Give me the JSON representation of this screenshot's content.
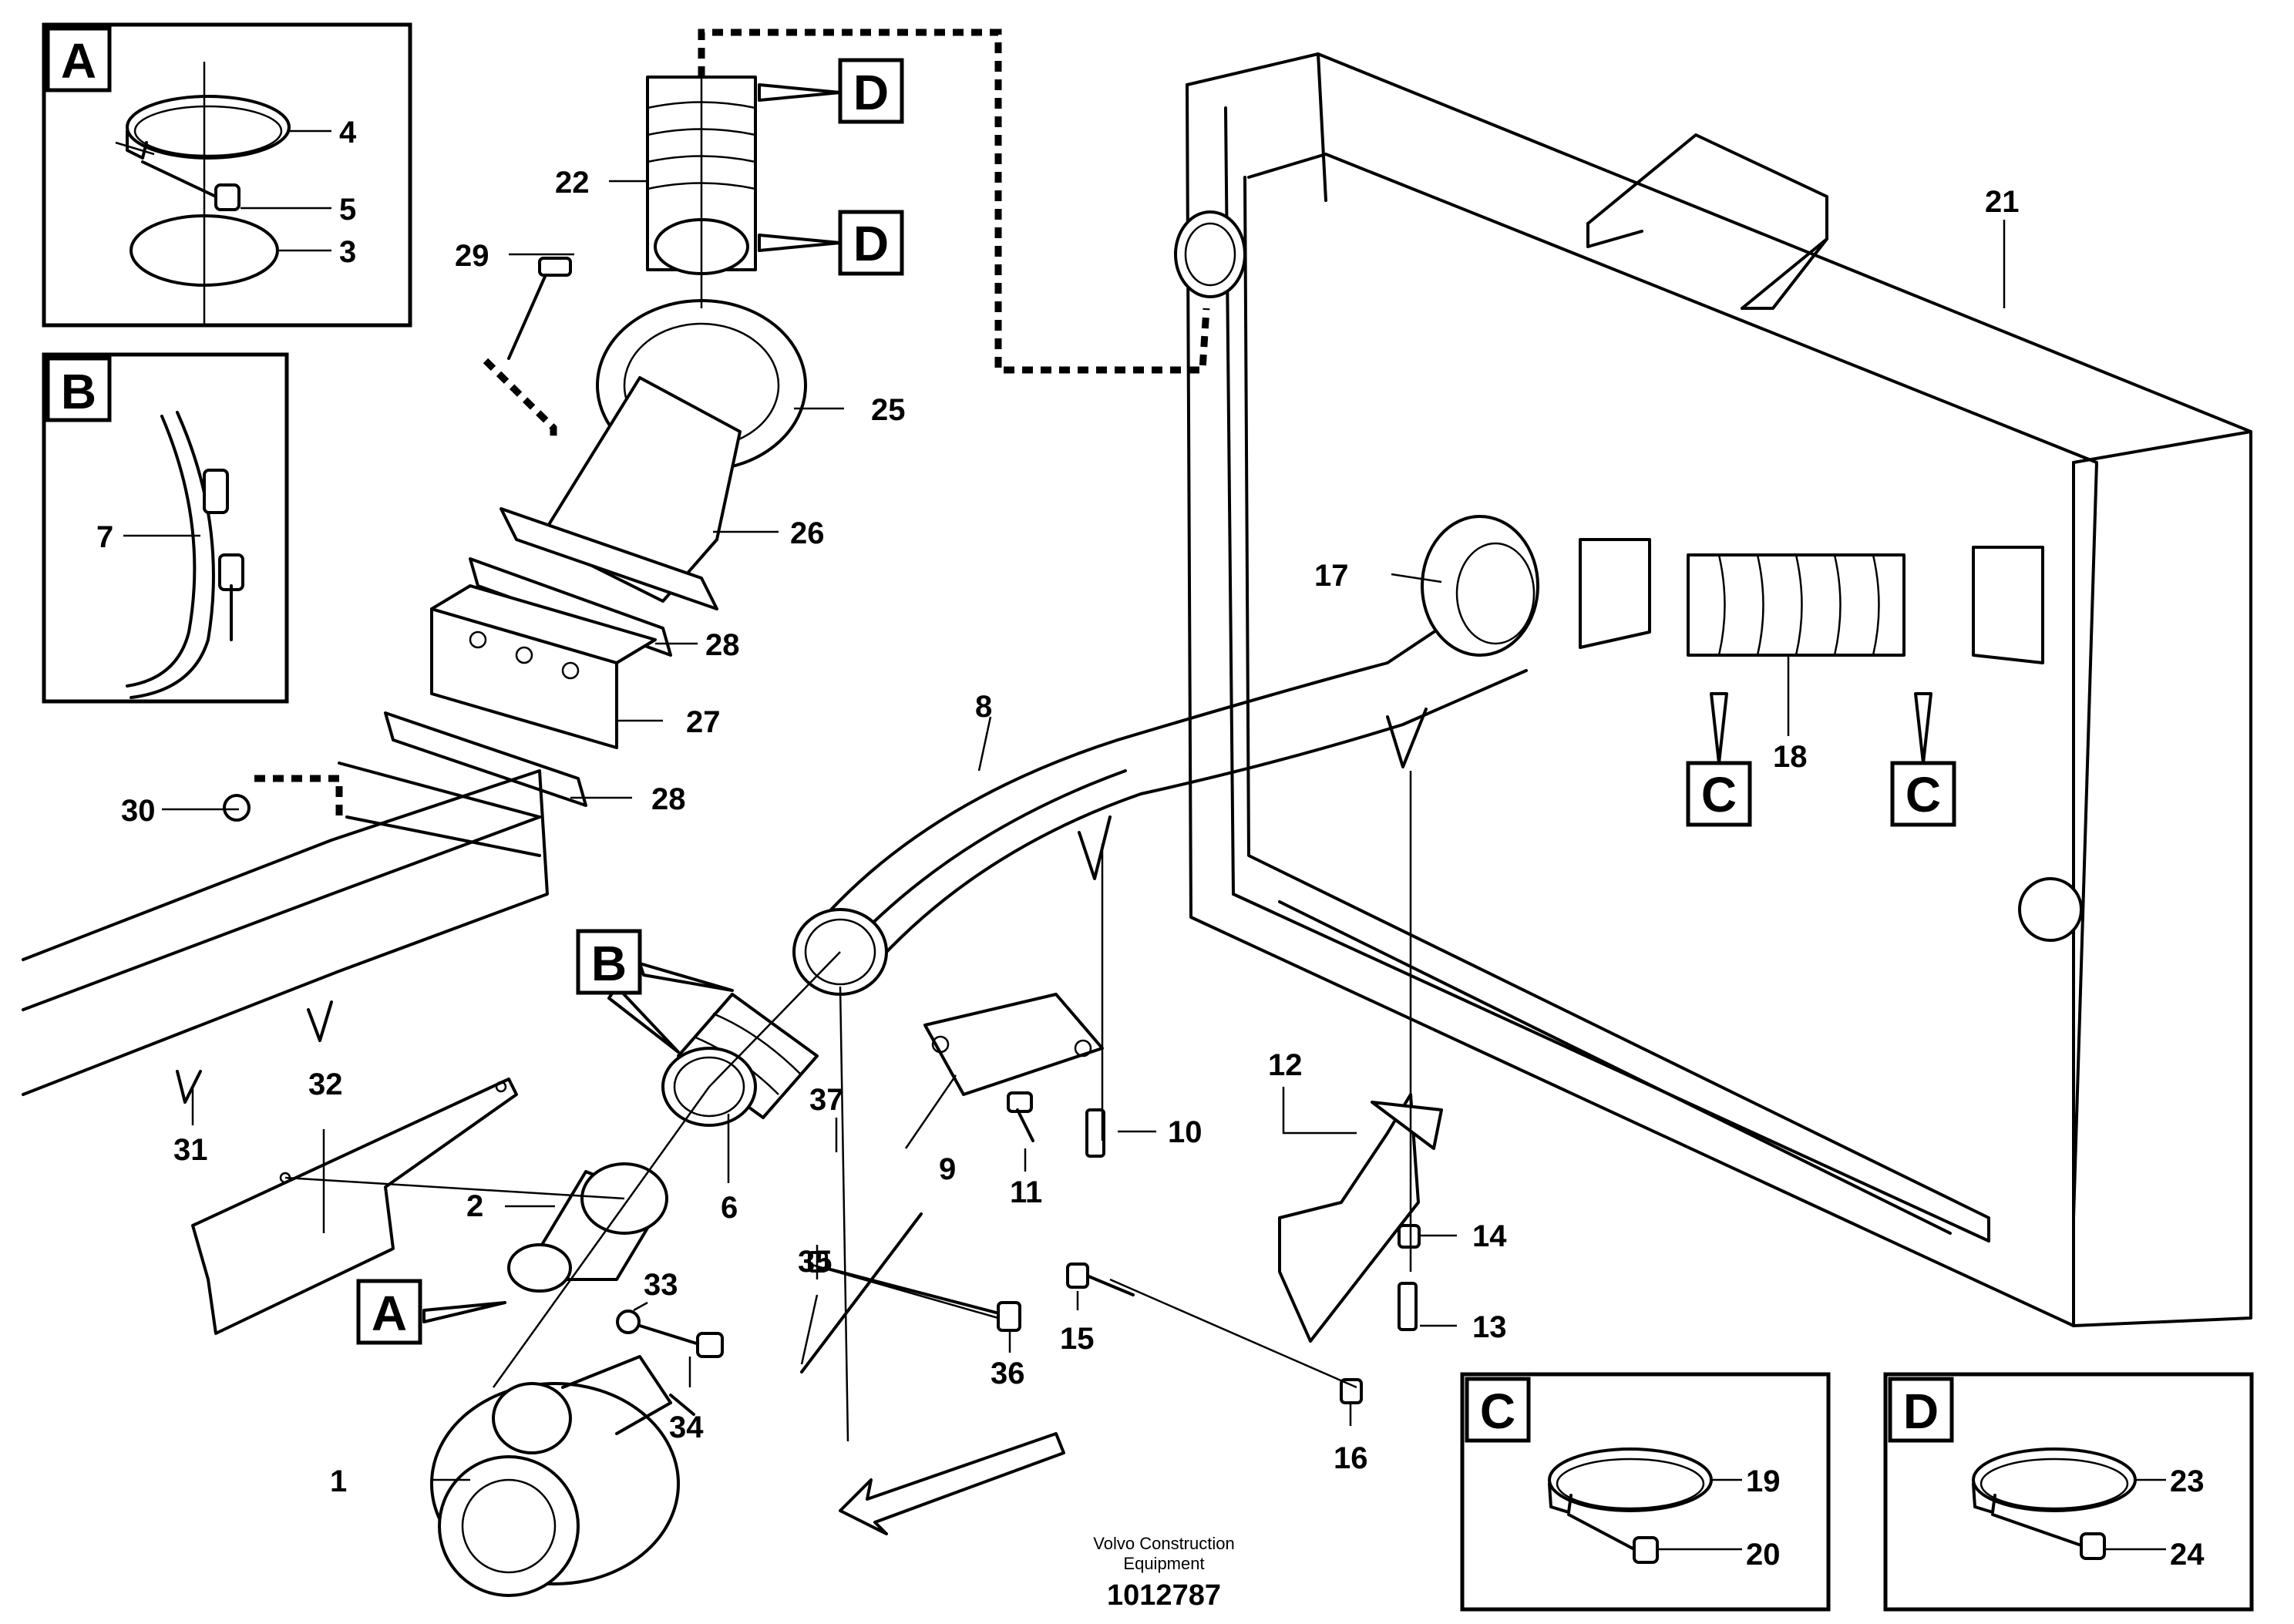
{
  "diagram": {
    "callouts": [
      "1",
      "2",
      "3",
      "4",
      "5",
      "6",
      "7",
      "8",
      "9",
      "10",
      "11",
      "12",
      "13",
      "14",
      "15",
      "16",
      "17",
      "18",
      "19",
      "20",
      "21",
      "22",
      "23",
      "24",
      "25",
      "26",
      "27",
      "28",
      "29",
      "30",
      "31",
      "32",
      "33",
      "34",
      "35",
      "36",
      "37"
    ],
    "detail_tags": {
      "a": "A",
      "b": "B",
      "c": "C",
      "d": "D"
    },
    "caption_line1": "Volvo Construction",
    "caption_line2": "Equipment",
    "document_number": "1012787"
  }
}
